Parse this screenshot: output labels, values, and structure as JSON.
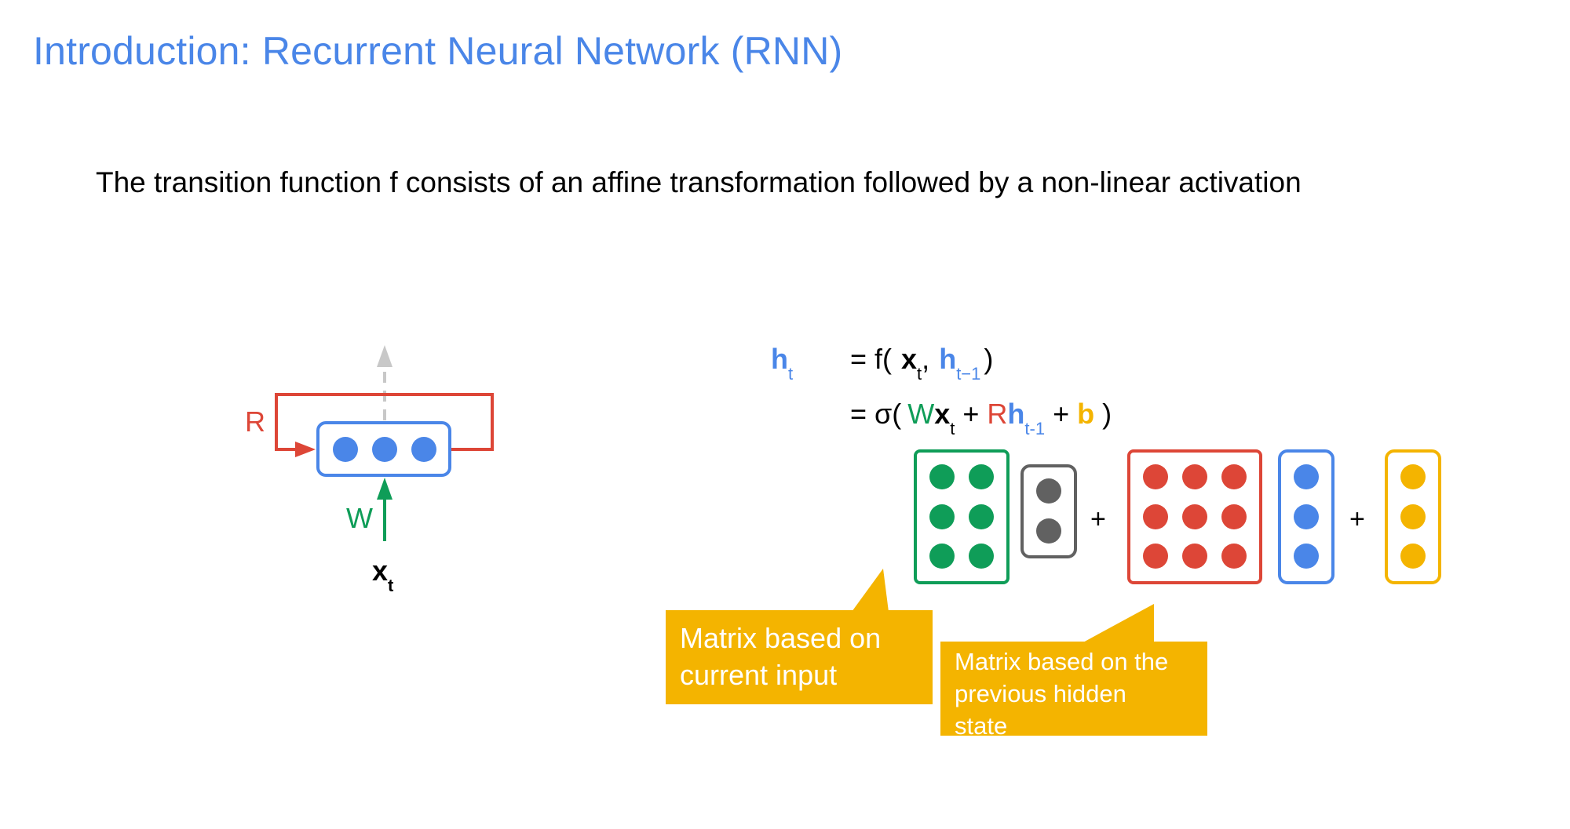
{
  "slide": {
    "title": "Introduction: Recurrent Neural Network (RNN)",
    "subtitle": "The transition function f consists of an affine transformation followed by a non-linear activation"
  },
  "rnn_cell": {
    "recurrent_label": "R",
    "input_weight_label": "W",
    "input_symbol": "x",
    "input_subscript": "t"
  },
  "equation": {
    "lhs": "h",
    "lhs_sub": "t",
    "line1": {
      "eq": "= f(",
      "x": "x",
      "x_sub": "t",
      "comma": ",",
      "h": "h",
      "h_sub": "t−1",
      "close": ")"
    },
    "line2": {
      "eq": "= σ(",
      "W": "W",
      "x": "x",
      "x_sub": "t",
      "plus1": "+",
      "R": "R",
      "h": "h",
      "h_sub": "t-1",
      "plus2": "+",
      "b": "b",
      "close": ")"
    }
  },
  "matrices": {
    "plus_1": "+",
    "plus_2": "+"
  },
  "callouts": {
    "input_matrix": "Matrix based on\ncurrent input",
    "hidden_matrix": "Matrix based on the\nprevious hidden\nstate"
  },
  "colors": {
    "blue": "#4a86e8",
    "red": "#dd4637",
    "green": "#0f9d58",
    "yellow": "#f4b400",
    "dark_gray": "#616161",
    "light_gray": "#c8c8c8"
  }
}
